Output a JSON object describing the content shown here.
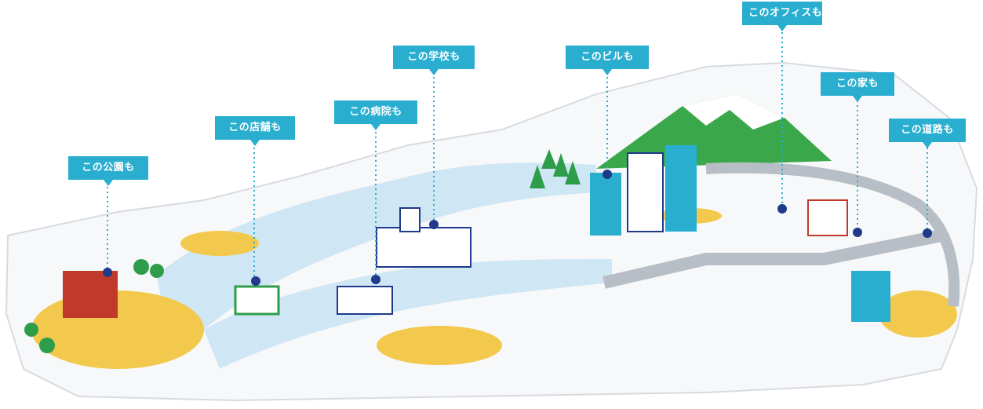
{
  "labels": {
    "park": "この公園も",
    "store": "この店舗も",
    "hospital": "この病院も",
    "school": "この学校も",
    "building": "このビルも",
    "office": "このオフィスも",
    "house": "この家も",
    "road": "この道路も"
  },
  "colors": {
    "label_bg": "#2aaed0",
    "pin": "#1f3a8a",
    "river": "#cfe6f5",
    "ground": "#f2c94c",
    "tree": "#2e9d4a",
    "mountain": "#3aa84a",
    "road": "#b8bec6"
  }
}
